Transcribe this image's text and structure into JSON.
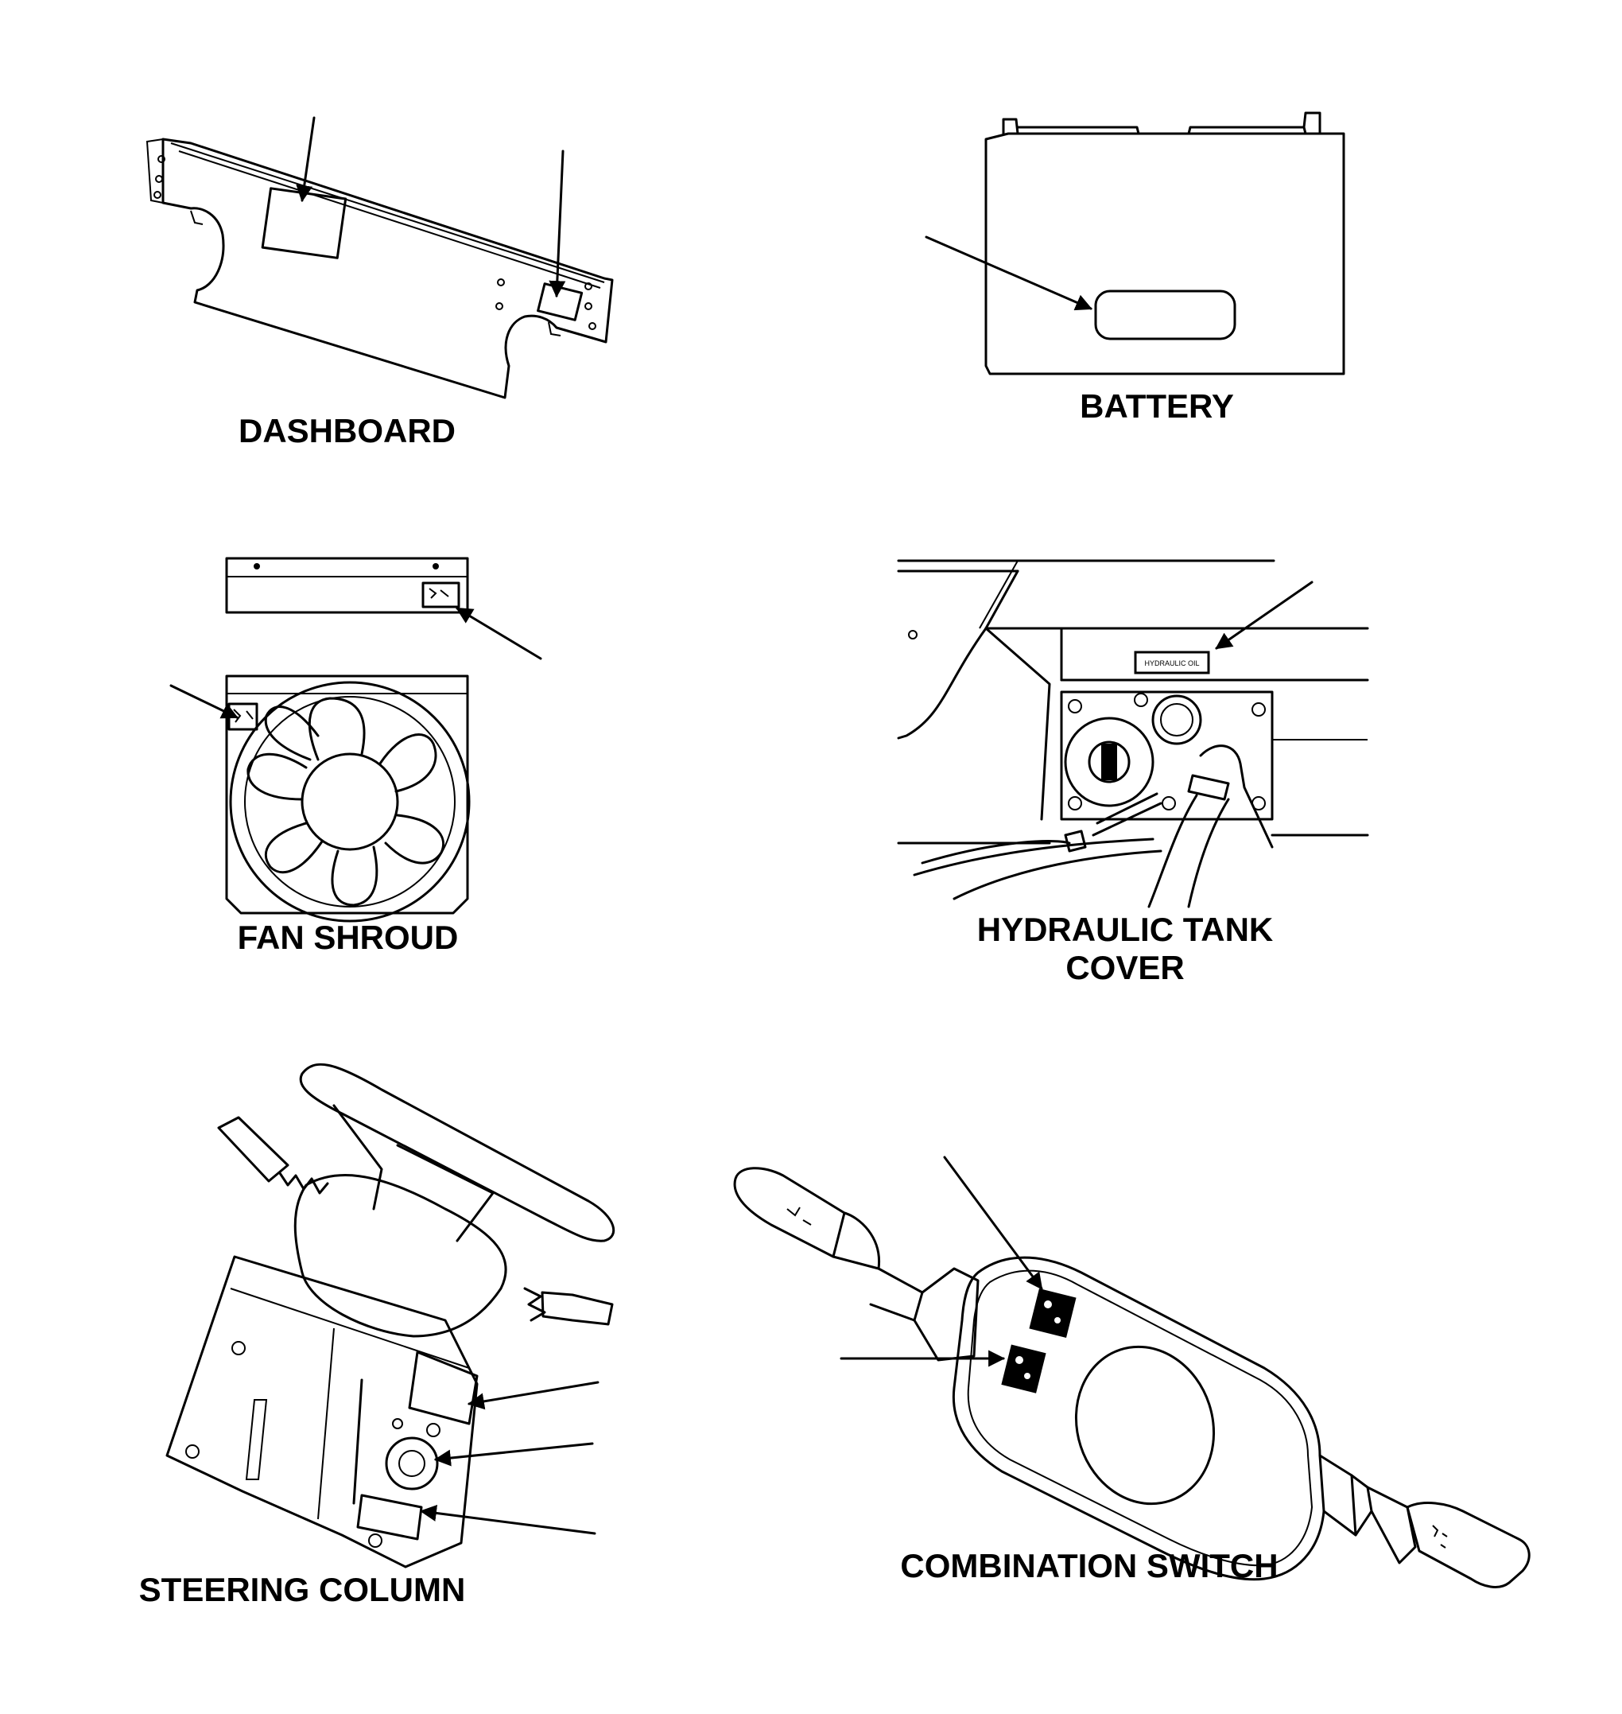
{
  "figures": {
    "dashboard": {
      "caption": "DASHBOARD"
    },
    "battery": {
      "caption": "BATTERY"
    },
    "fan_shroud": {
      "caption": "FAN SHROUD"
    },
    "hydraulic_tank_cover": {
      "caption_line1": "HYDRAULIC TANK",
      "caption_line2": "COVER",
      "label_text": "HYDRAULIC OIL"
    },
    "steering_column": {
      "caption": "STEERING COLUMN"
    },
    "combination_switch": {
      "caption": "COMBINATION SWITCH"
    }
  }
}
